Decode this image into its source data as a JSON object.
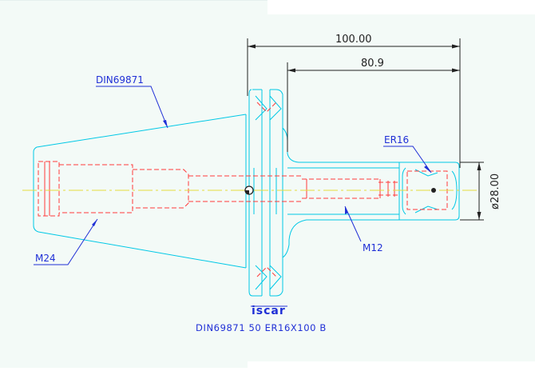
{
  "colors": {
    "background": "#ffffff",
    "sheet": "#f3faf7",
    "outline_cyan": "#00c8e6",
    "hidden_red": "#ff3b3b",
    "dim_black": "#222222",
    "leader_blue": "#1f2fd6",
    "centerline_yellow": "#e6dc3c"
  },
  "labels": {
    "din_standard": "DIN69871",
    "thread_rear": "M24",
    "thread_front": "M12",
    "collet": "ER16"
  },
  "dimensions": {
    "overall_length": "100.00",
    "gauge_length": "80.9",
    "nose_diameter": "ø28.00"
  },
  "logo": {
    "brand": "iscar"
  },
  "title_block": {
    "designation": "DIN69871  50  ER16X100  B"
  }
}
